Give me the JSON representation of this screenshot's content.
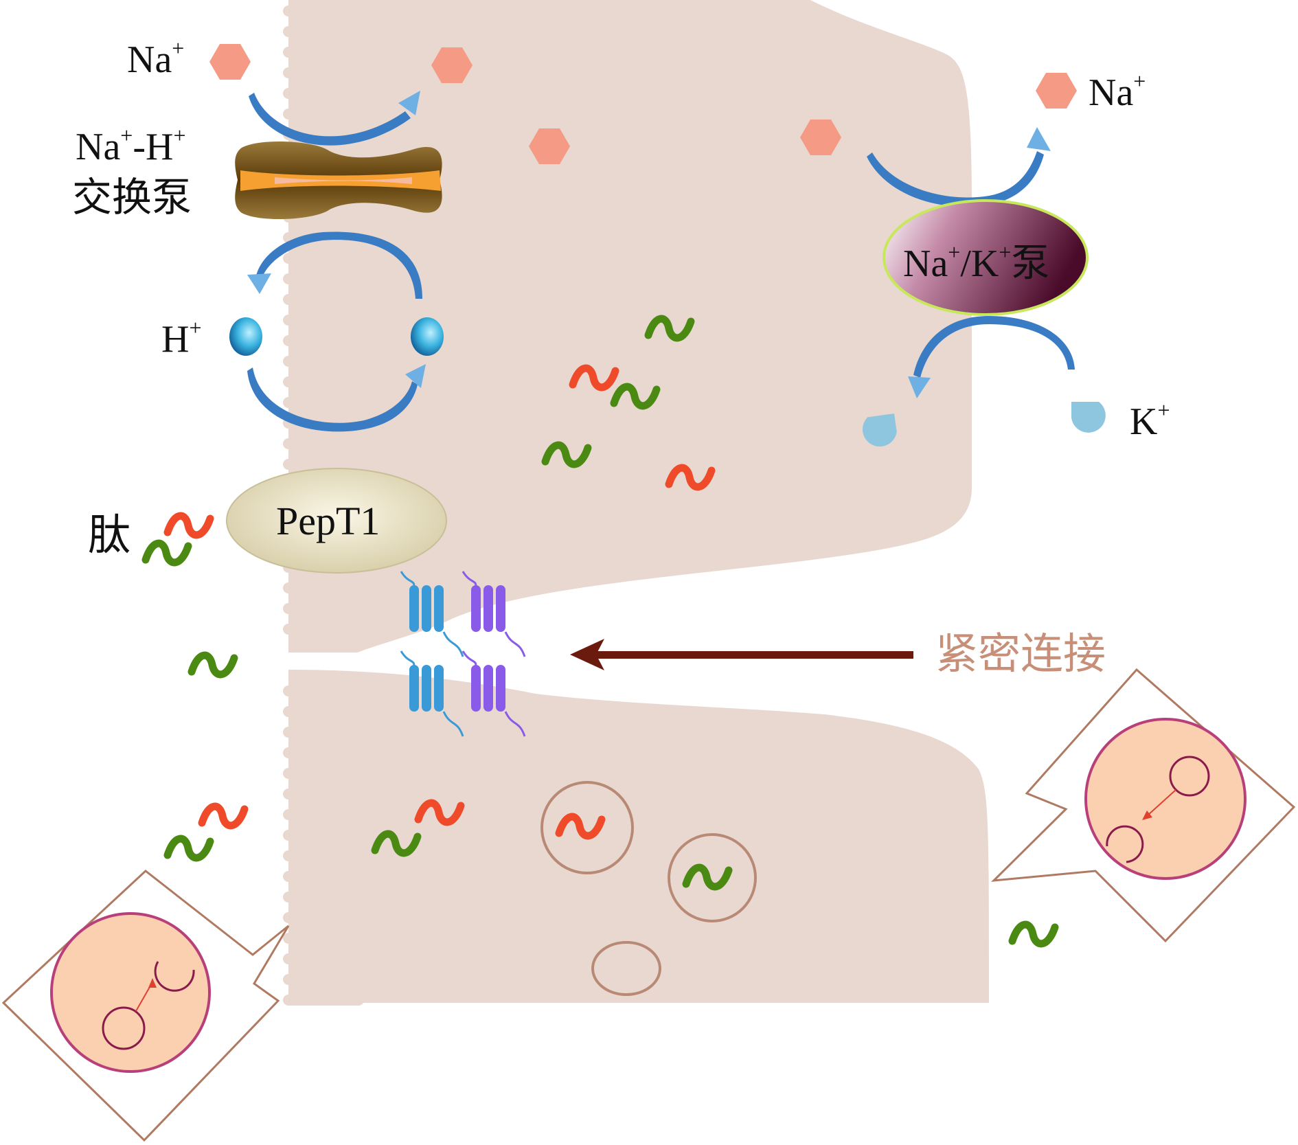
{
  "labels": {
    "na_outer_left": "Na",
    "na_outer_right": "Na",
    "plus": "+",
    "nhe_line1_a": "Na",
    "nhe_line1_b": "-H",
    "nhe_line2": "交换泵",
    "h_ion": "H",
    "pept1": "PepT1",
    "peptide": "肽",
    "nak_a": "Na",
    "nak_b": "/K",
    "nak_c": "泵",
    "k_ion": "K",
    "tight_junction": "紧密连接"
  },
  "colors": {
    "cell_fill": "#e8d8cf",
    "sodium_hexagon": "#f59a84",
    "arrow_blue": "#3a7cc4",
    "arrow_light_blue": "#6fb0e4",
    "potassium": "#8ec6df",
    "peptide_red": "#ef4b2a",
    "peptide_green": "#4a8a12",
    "tight_junction_arrow": "#6b1a0e",
    "tight_junction_text": "#c88f78",
    "callout_border": "#b07a62",
    "vesicle_ring": "#b88a76",
    "callout_cell_fill": "#fbd0b0",
    "callout_cell_border": "#b8407a",
    "pept1_fill": "#e6dfc2",
    "nhe_body": "#6e4a10",
    "nhe_channel": "#f5a030",
    "nak_body": "#5a0f32",
    "nak_border": "#c8e85c",
    "claudin_blue": "#3a9ad8",
    "claudin_purple": "#8a5ae8"
  }
}
